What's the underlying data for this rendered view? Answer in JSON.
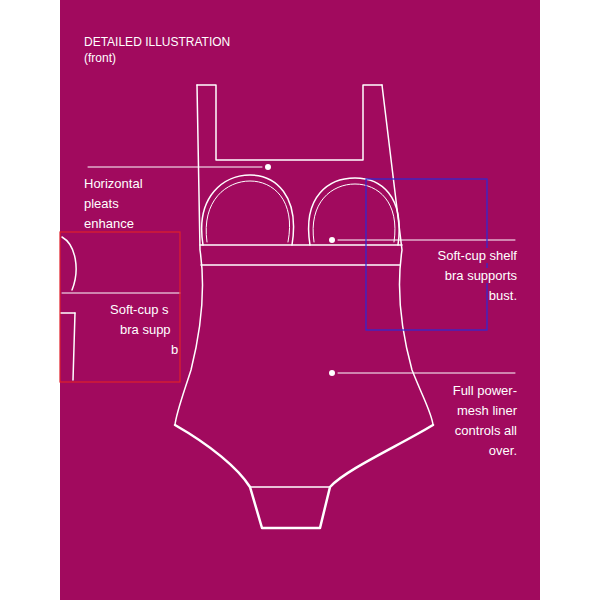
{
  "diagram": {
    "title": "DETAILED ILLUSTRATION",
    "labels": [
      "(front)",
      "Horizontal pleats enhance",
      "Soft-cup s",
      "bra supp",
      "b",
      "Soft-cup shelf bra supports bust.",
      "Full power-mesh liner controls all over."
    ]
  }
}
